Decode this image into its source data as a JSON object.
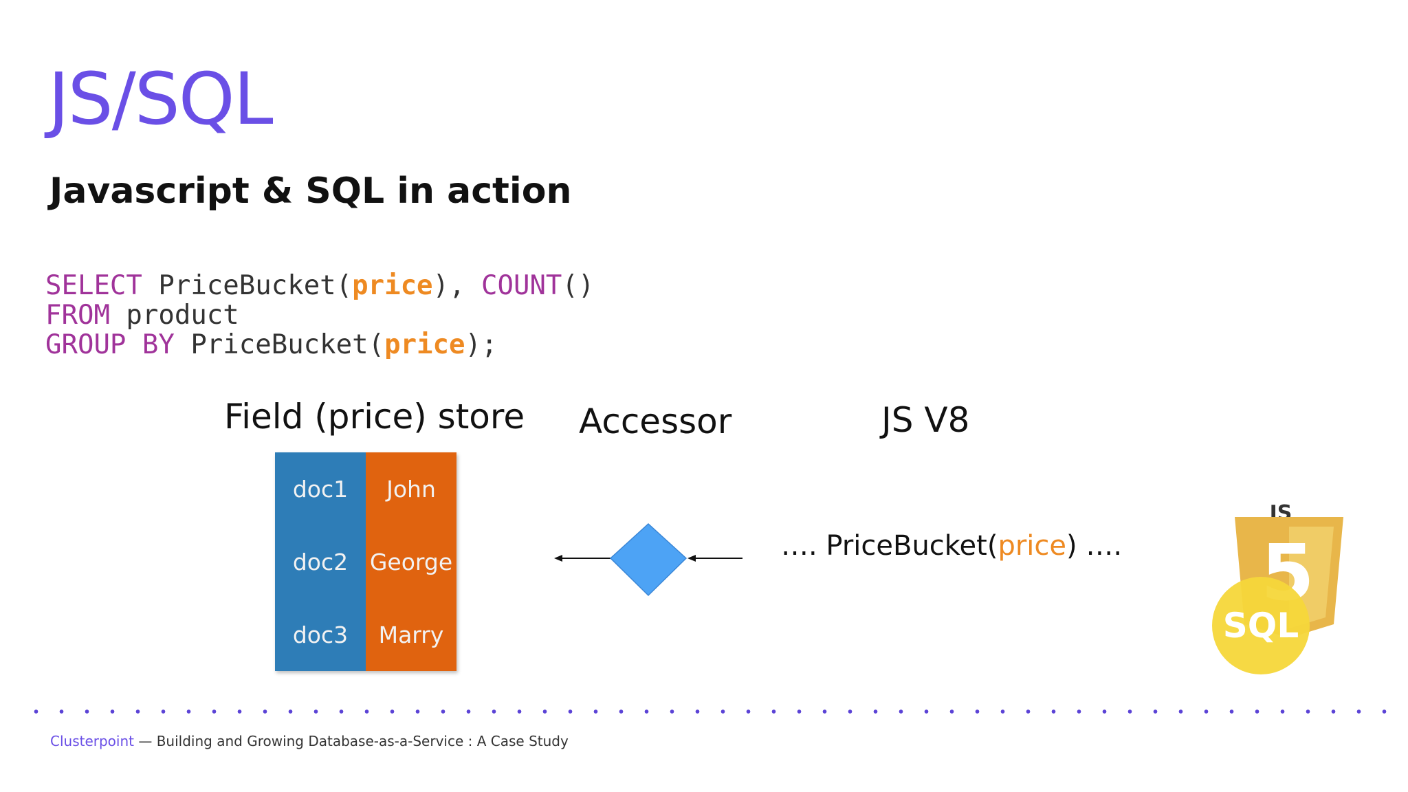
{
  "slide": {
    "title": "JS/SQL",
    "subtitle": "Javascript & SQL in action"
  },
  "code": {
    "line1": {
      "kw1": "SELECT",
      "t1": " PriceBucket(",
      "f1": "price",
      "t2": "), ",
      "kw2": "COUNT",
      "t3": "()"
    },
    "line2": {
      "kw1": "FROM",
      "t1": " product"
    },
    "line3": {
      "kw1": "GROUP BY",
      "t1": " PriceBucket(",
      "f1": "price",
      "t2": ");"
    }
  },
  "diagram": {
    "store_label": "Field (price) store",
    "accessor_label": "Accessor",
    "engine_label": "JS V8",
    "store_rows": [
      {
        "doc": "doc1",
        "name": "John"
      },
      {
        "doc": "doc2",
        "name": "George"
      },
      {
        "doc": "doc3",
        "name": "Marry"
      }
    ],
    "call": {
      "prefix": "…. PriceBucket(",
      "field": "price",
      "suffix": ")  …."
    }
  },
  "logo": {
    "js": "JS",
    "html5": "5",
    "sql": "SQL"
  },
  "footer": {
    "brand": "Clusterpoint",
    "text": " — Building and Growing Database-as-a-Service : A Case Study"
  },
  "colors": {
    "title": "#6a4fe6",
    "keyword": "#a0339a",
    "field": "#ee8a22",
    "doc_cell": "#2e7db7",
    "name_cell": "#e0630f",
    "accessor": "#4da3f5",
    "dots": "#5b43d6"
  }
}
